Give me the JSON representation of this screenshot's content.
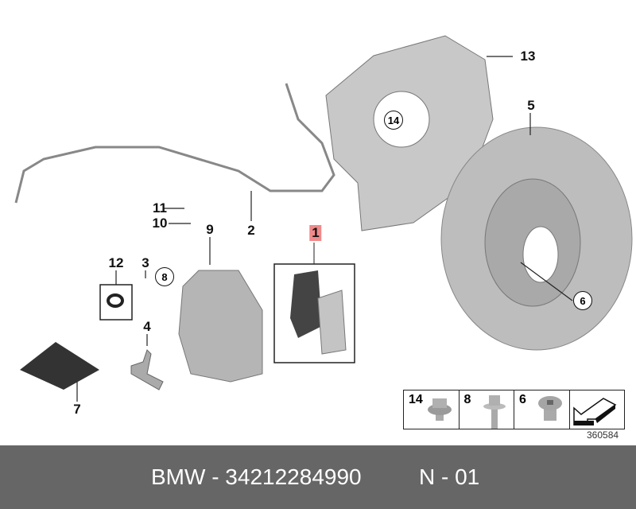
{
  "callouts": {
    "c1": "1",
    "c2": "2",
    "c3": "3",
    "c4": "4",
    "c5": "5",
    "c6": "6",
    "c7": "7",
    "c8": "8",
    "c9": "9",
    "c10": "10",
    "c11": "11",
    "c12": "12",
    "c13": "13",
    "c14": "14"
  },
  "highlight_color": "#f08a8a",
  "legend": [
    {
      "num": "14",
      "icon": "flange-bolt-icon"
    },
    {
      "num": "8",
      "icon": "hex-bolt-icon"
    },
    {
      "num": "6",
      "icon": "socket-screw-icon"
    },
    {
      "num": "",
      "icon": "arrow-icon"
    }
  ],
  "reference_number": "360584",
  "footer": {
    "part_number": "BMW - 34212284990",
    "suffix": "N - 01"
  }
}
